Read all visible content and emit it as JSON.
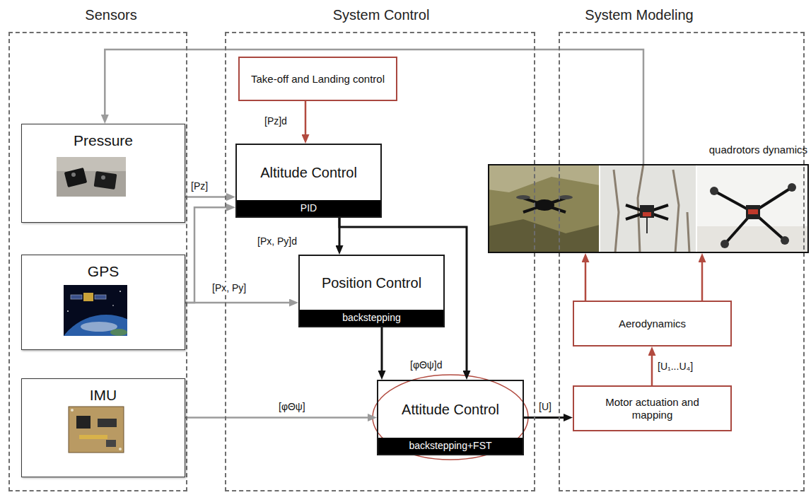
{
  "diagram": {
    "nodes": [
      {
        "text": [
          "Sensors"
        ]
      },
      {
        "text": [
          "Pressure"
        ],
        "in": 0
      },
      {
        "text": [
          "GPS"
        ],
        "in": 0
      },
      {
        "text": [
          "IMU"
        ],
        "in": 0
      },
      {
        "text": [
          "System Control"
        ]
      },
      {
        "text": [
          "Take-off and Landing control"
        ],
        "in": 4
      },
      {
        "text": [
          "Altitude Control",
          "PID"
        ],
        "in": 4
      },
      {
        "text": [
          "Position Control",
          "backstepping"
        ],
        "in": 4
      },
      {
        "text": [
          "Attitude Control",
          "backstepping+FST"
        ],
        "in": 4
      },
      {
        "text": [
          "System Modeling"
        ]
      },
      {
        "text": [
          "Aerodynamics"
        ],
        "in": 9
      },
      {
        "text": [
          "Motor actuation and mapping"
        ],
        "in": 9
      },
      {
        "text": [
          "quadrotors dynamics"
        ],
        "in": 9
      }
    ],
    "edges": [
      {
        "from": 12,
        "to": 1,
        "arrow": "to"
      },
      {
        "from": 1,
        "to": 6,
        "label": "[Pz]",
        "arrow": "to"
      },
      {
        "from": 2,
        "to": 6,
        "arrow": "to"
      },
      {
        "from": 2,
        "to": 7,
        "label": "[Px, Py]",
        "arrow": "to"
      },
      {
        "from": 3,
        "to": 8,
        "label": "[φΘψ]",
        "arrow": "to"
      },
      {
        "from": 5,
        "to": 6,
        "label": "[Pz]d",
        "arrow": "to"
      },
      {
        "from": 6,
        "to": 7,
        "label": "[Px, Py]d",
        "arrow": "to"
      },
      {
        "from": 6,
        "to": 8,
        "arrow": "to"
      },
      {
        "from": 7,
        "to": 8,
        "label": "[φΘψ]d",
        "arrow": "to"
      },
      {
        "from": 8,
        "to": 11,
        "label": "[U]",
        "arrow": "to"
      },
      {
        "from": 11,
        "to": 10,
        "label": "[U₁...U₄]",
        "arrow": "to"
      },
      {
        "from": 10,
        "to": 12,
        "arrow": "to"
      }
    ]
  }
}
